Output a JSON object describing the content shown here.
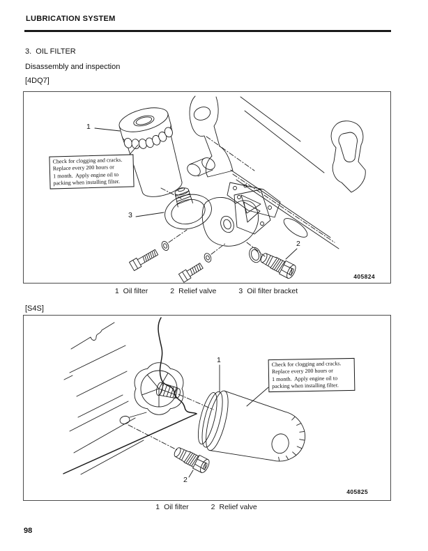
{
  "colors": {
    "ink": "#1a1a1a",
    "paper": "#ffffff"
  },
  "page": {
    "header_title": "LUBRICATION SYSTEM",
    "section_heading": "3.  OIL FILTER",
    "subheading": "Disassembly and inspection",
    "page_number": "98"
  },
  "figures": [
    {
      "variant_label": "[4DQ7]",
      "figure_number": "405824",
      "note_lines": [
        "Check for clogging and cracks.",
        "Replace every 200 hours or",
        "1 month.  Apply engine oil to",
        "packing when installing filter."
      ],
      "callouts": [
        "1",
        "2",
        "3"
      ],
      "caption": [
        {
          "num": "1",
          "label": "Oil filter"
        },
        {
          "num": "2",
          "label": "Relief valve"
        },
        {
          "num": "3",
          "label": "Oil filter bracket"
        }
      ]
    },
    {
      "variant_label": "[S4S]",
      "figure_number": "405825",
      "note_lines": [
        "Check for clogging and cracks.",
        "Replace every 200 hours or",
        "1 month.  Apply engine oil to",
        "packing when installing filter."
      ],
      "callouts": [
        "1",
        "2"
      ],
      "caption": [
        {
          "num": "1",
          "label": "Oil filter"
        },
        {
          "num": "2",
          "label": "Relief valve"
        }
      ]
    }
  ]
}
